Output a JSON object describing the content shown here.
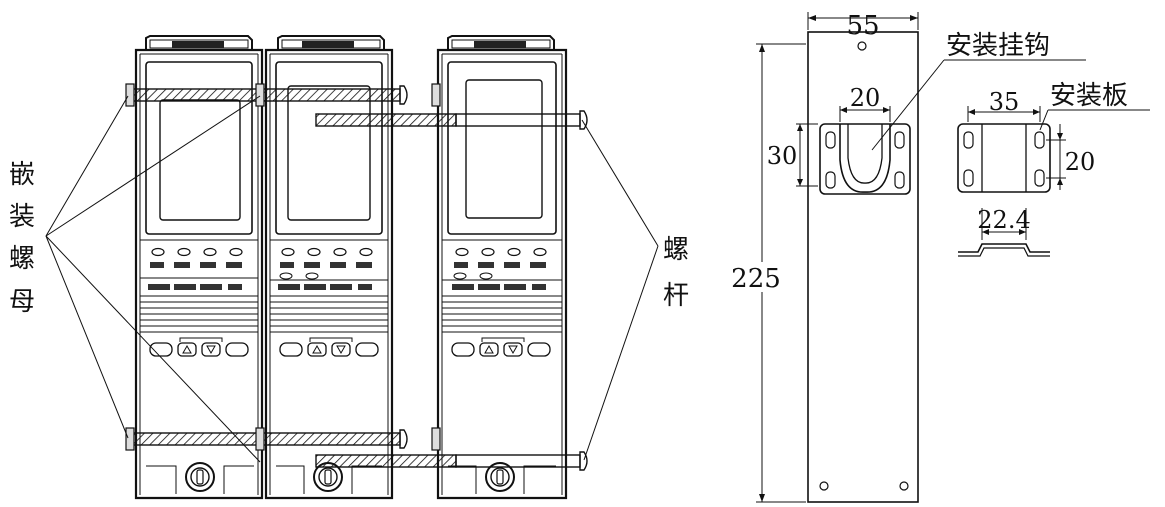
{
  "labels": {
    "embedded_nut": [
      "嵌",
      "装",
      "螺",
      "母"
    ],
    "bolt_rod": [
      "螺",
      "杆"
    ],
    "mounting_hook": "安装挂钩",
    "mounting_plate": "安装板"
  },
  "dimensions": {
    "plate_width": "55",
    "hook_width": "20",
    "hook_height": "30",
    "plate_length": "225",
    "small_plate_width": "35",
    "small_plate_height": "20",
    "small_plate_flange": "22.4"
  }
}
